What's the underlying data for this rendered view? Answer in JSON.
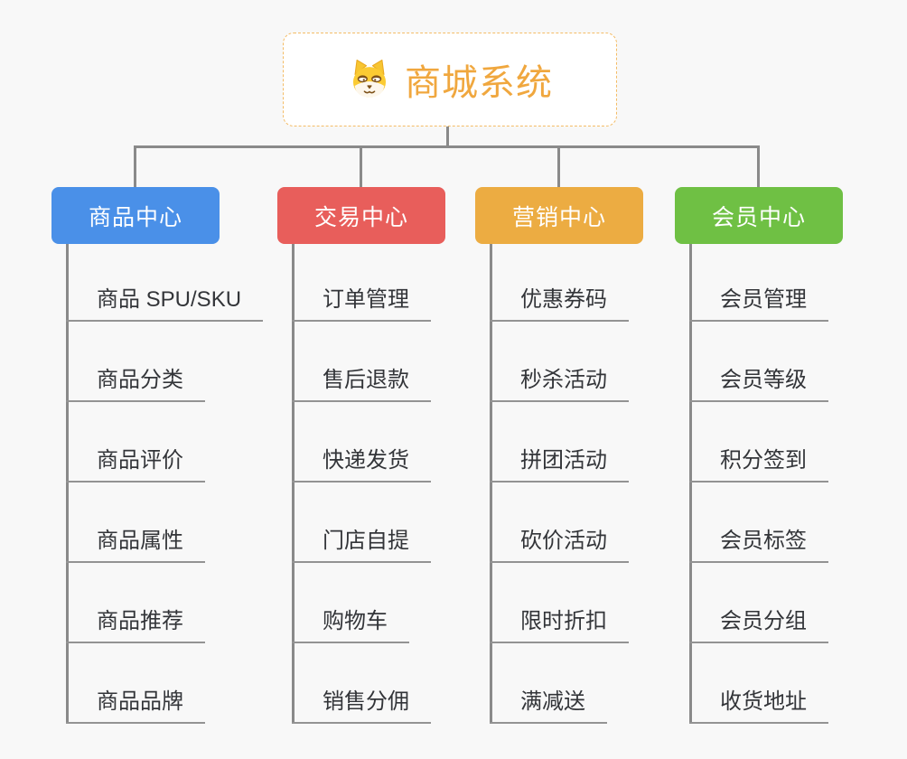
{
  "root": {
    "title": "商城系统",
    "icon": "shiba-dog-icon",
    "title_color": "#f0a73e",
    "border_color": "#f4bc66",
    "background": "#ffffff"
  },
  "connector_color": "#8a8a8a",
  "underline_color": "#939393",
  "page_background": "#f8f8f8",
  "branches": [
    {
      "label": "商品中心",
      "color": "#4a90e8",
      "items": [
        "商品 SPU/SKU",
        "商品分类",
        "商品评价",
        "商品属性",
        "商品推荐",
        "商品品牌"
      ]
    },
    {
      "label": "交易中心",
      "color": "#e85e5b",
      "items": [
        "订单管理",
        "售后退款",
        "快递发货",
        "门店自提",
        "购物车",
        "销售分佣"
      ]
    },
    {
      "label": "营销中心",
      "color": "#ecac42",
      "items": [
        "优惠券码",
        "秒杀活动",
        "拼团活动",
        "砍价活动",
        "限时折扣",
        "满减送"
      ]
    },
    {
      "label": "会员中心",
      "color": "#6fc044",
      "items": [
        "会员管理",
        "会员等级",
        "积分签到",
        "会员标签",
        "会员分组",
        "收货地址"
      ]
    }
  ]
}
